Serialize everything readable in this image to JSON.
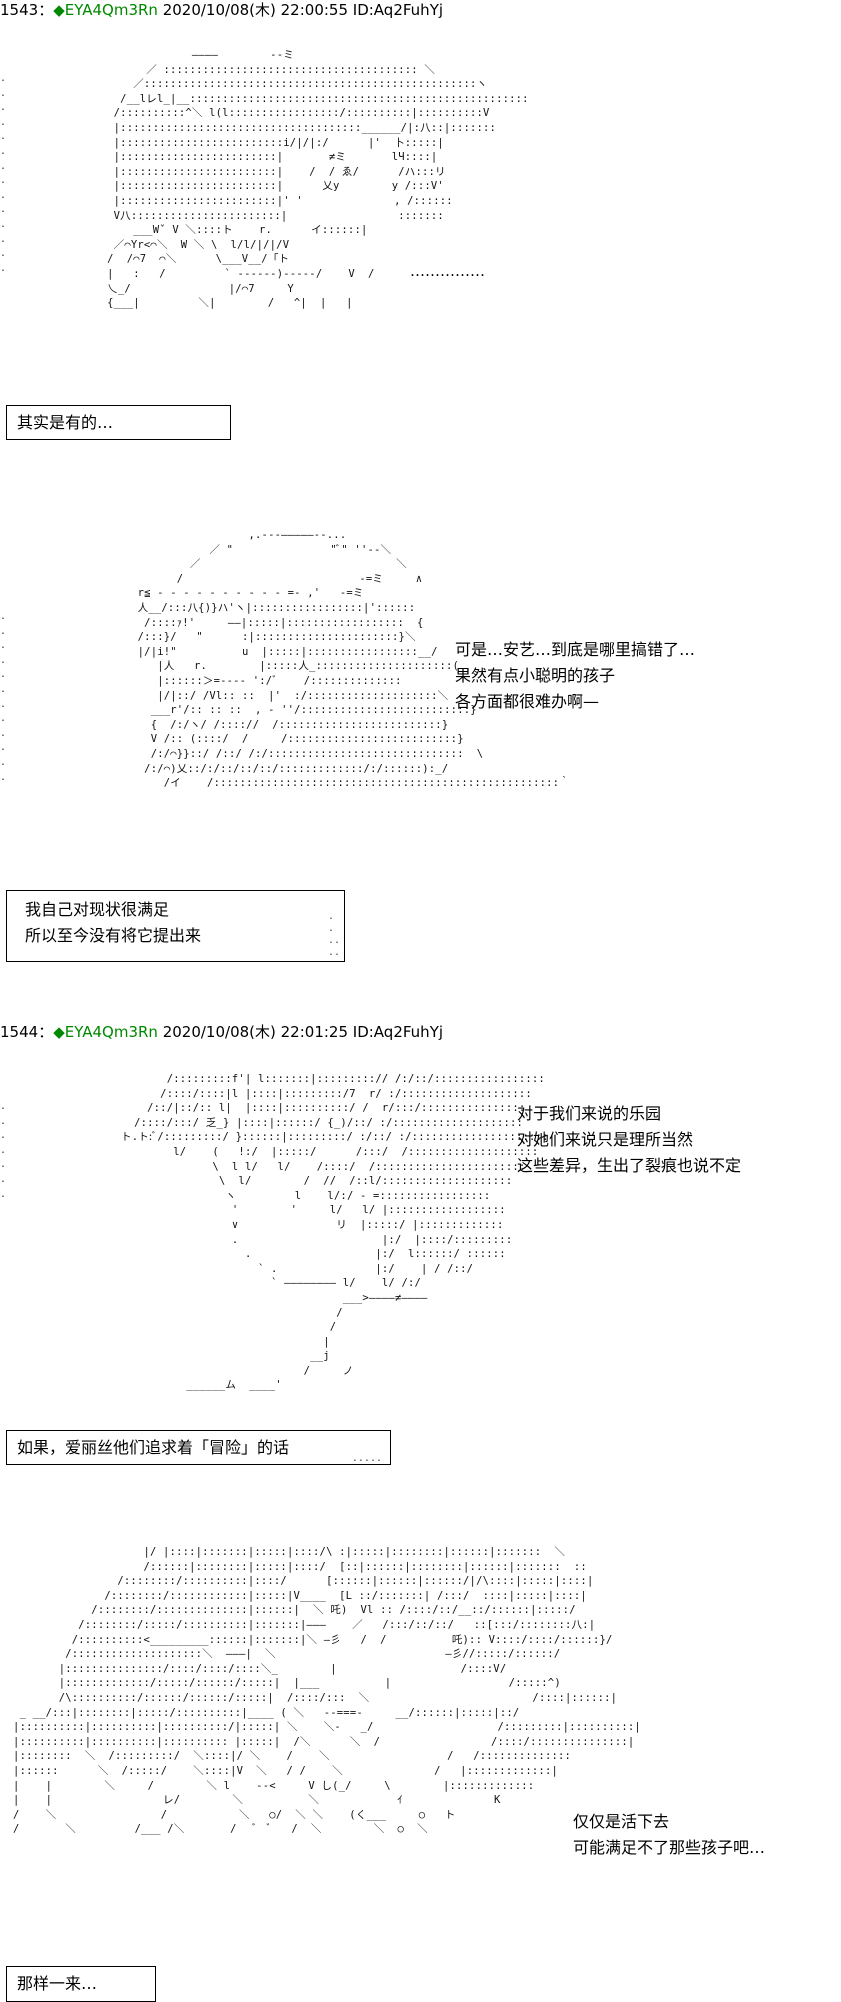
{
  "posts": [
    {
      "number": "1543",
      "separator": "：",
      "name": "◆EYA4Qm3Rn",
      "date": "2020/10/08(木) 22:00:55",
      "id": "ID:Aq2FuhYj"
    },
    {
      "number": "1544",
      "separator": "：",
      "name": "◆EYA4Qm3Rn",
      "date": "2020/10/08(木) 22:01:25",
      "id": "ID:Aq2FuhYj"
    }
  ],
  "panel1": {
    "ellipsis": "……………",
    "narration": "其实是有的…"
  },
  "panel2": {
    "speech": [
      "可是…安艺…到底是哪里搞错了…",
      "果然有点小聪明的孩子",
      "各方面都很难办啊—"
    ],
    "narration": [
      "我自己对现状很满足",
      "所以至今没有将它提出来"
    ]
  },
  "panel3": {
    "speech": [
      "对于我们来说的乐园",
      "对她们来说只是理所当然",
      "这些差异，生出了裂痕也说不定"
    ],
    "narration": "如果，爱丽丝他们追求着「冒险」的话"
  },
  "panel4": {
    "speech": [
      "仅仅是活下去",
      "可能满足不了那些孩子吧…"
    ],
    "narration": "那样一来…"
  }
}
